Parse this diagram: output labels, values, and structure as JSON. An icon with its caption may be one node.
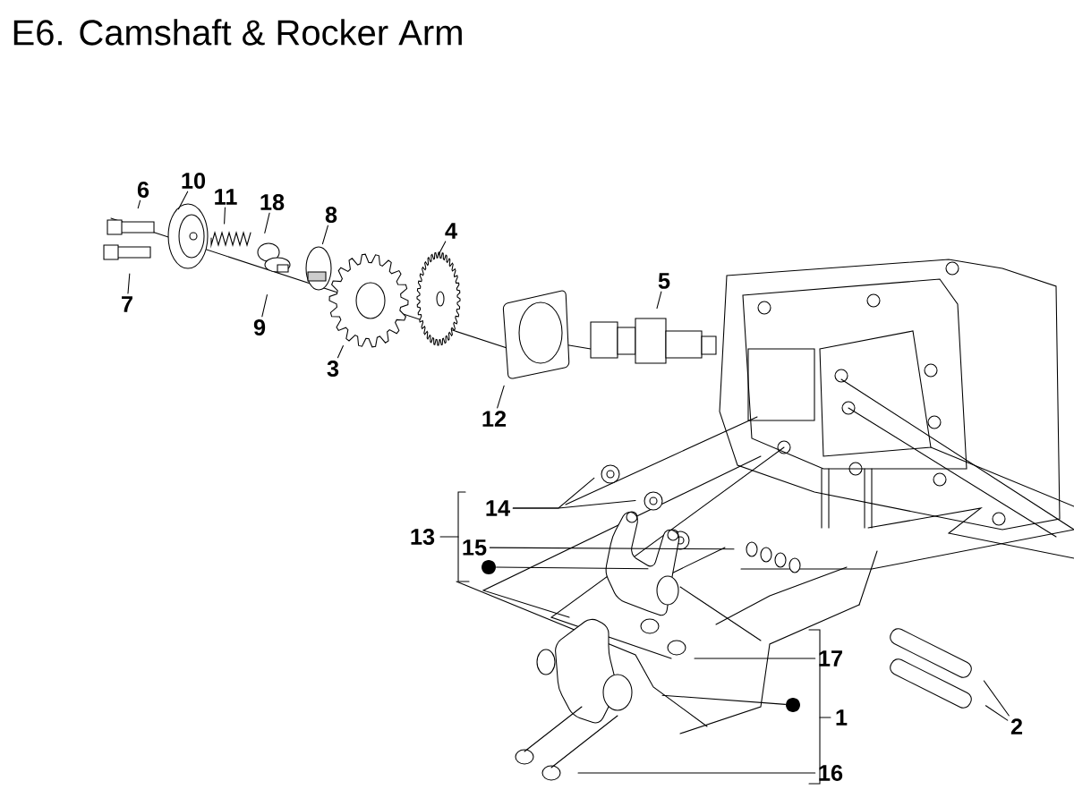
{
  "diagram": {
    "title": "E6. Camshaft & Rocker Arm",
    "nodes": [
      {
        "text": [
          "6"
        ]
      },
      {
        "text": [
          "10"
        ]
      },
      {
        "text": [
          "11"
        ]
      },
      {
        "text": [
          "18"
        ]
      },
      {
        "text": [
          "8"
        ]
      },
      {
        "text": [
          "4"
        ]
      },
      {
        "text": [
          "7"
        ]
      },
      {
        "text": [
          "9"
        ]
      },
      {
        "text": [
          "3"
        ]
      },
      {
        "text": [
          "5"
        ]
      },
      {
        "text": [
          "12"
        ]
      },
      {
        "text": [
          "14"
        ]
      },
      {
        "text": [
          "13"
        ]
      },
      {
        "text": [
          "15"
        ]
      },
      {
        "text": [],
        "shape": "circle"
      },
      {
        "text": [
          "17"
        ]
      },
      {
        "text": [],
        "shape": "circle"
      },
      {
        "text": [
          "1"
        ]
      },
      {
        "text": [
          "2"
        ]
      },
      {
        "text": [
          "16"
        ]
      }
    ],
    "edges": [
      {
        "from": 0,
        "to": null,
        "arrow": "none"
      },
      {
        "from": 1,
        "to": null,
        "arrow": "none"
      },
      {
        "from": 2,
        "to": null,
        "arrow": "none"
      },
      {
        "from": 3,
        "to": null,
        "arrow": "none"
      },
      {
        "from": 4,
        "to": null,
        "arrow": "none"
      },
      {
        "from": 5,
        "to": null,
        "arrow": "none"
      },
      {
        "from": 6,
        "to": null,
        "arrow": "none"
      },
      {
        "from": 7,
        "to": null,
        "arrow": "none"
      },
      {
        "from": 8,
        "to": null,
        "arrow": "none"
      },
      {
        "from": 9,
        "to": null,
        "arrow": "none"
      },
      {
        "from": 10,
        "to": null,
        "arrow": "none"
      },
      {
        "from": 11,
        "to": null,
        "arrow": "none"
      },
      {
        "from": 11,
        "to": null,
        "arrow": "none"
      },
      {
        "from": 13,
        "to": null,
        "arrow": "none"
      },
      {
        "from": 14,
        "to": null,
        "arrow": "none"
      },
      {
        "from": 15,
        "to": null,
        "arrow": "none"
      },
      {
        "from": 16,
        "to": null,
        "arrow": "none"
      },
      {
        "from": 18,
        "to": null,
        "arrow": "none"
      },
      {
        "from": 18,
        "to": null,
        "arrow": "none"
      },
      {
        "from": 19,
        "to": null,
        "arrow": "none"
      }
    ]
  }
}
